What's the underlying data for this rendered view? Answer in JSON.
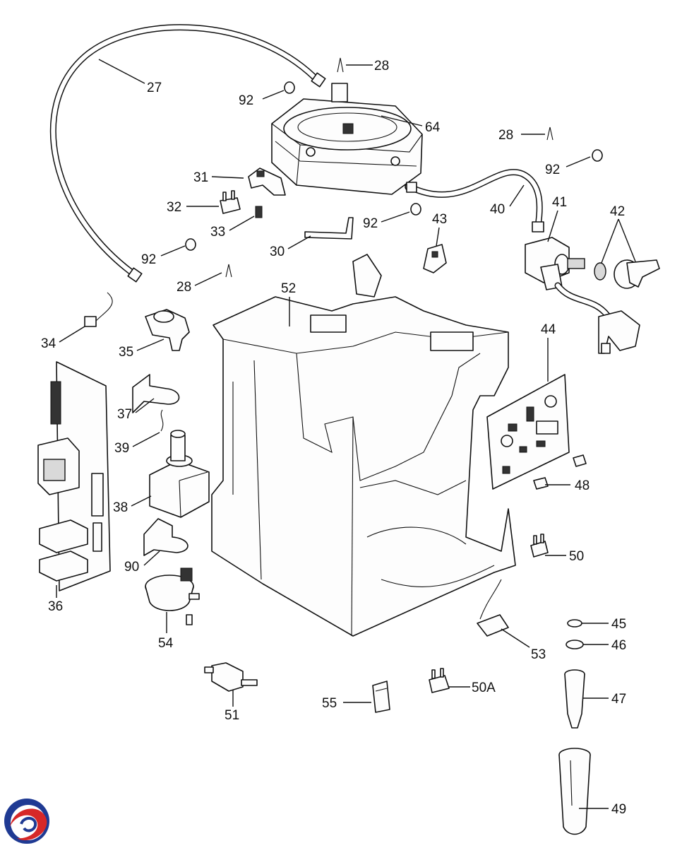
{
  "diagram": {
    "labels": {
      "p27": "27",
      "p28a": "28",
      "p92a": "92",
      "p64": "64",
      "p28b": "28",
      "p92b": "92",
      "p31": "31",
      "p32": "32",
      "p33": "33",
      "p92c": "92",
      "p43": "43",
      "p40": "40",
      "p41": "41",
      "p42": "42",
      "p30": "30",
      "p92d": "92",
      "p28c": "28",
      "p52": "52",
      "p34": "34",
      "p35": "35",
      "p44": "44",
      "p37": "37",
      "p39": "39",
      "p38": "38",
      "p48": "48",
      "p90": "90",
      "p50": "50",
      "p36": "36",
      "p54": "54",
      "p45": "45",
      "p46": "46",
      "p53": "53",
      "p47": "47",
      "p50a": "50A",
      "p55": "55",
      "p51": "51",
      "p49": "49"
    }
  },
  "logo": {
    "icon": "swirl-logo-icon",
    "colors": [
      "#1f3a93",
      "#d62828"
    ]
  }
}
